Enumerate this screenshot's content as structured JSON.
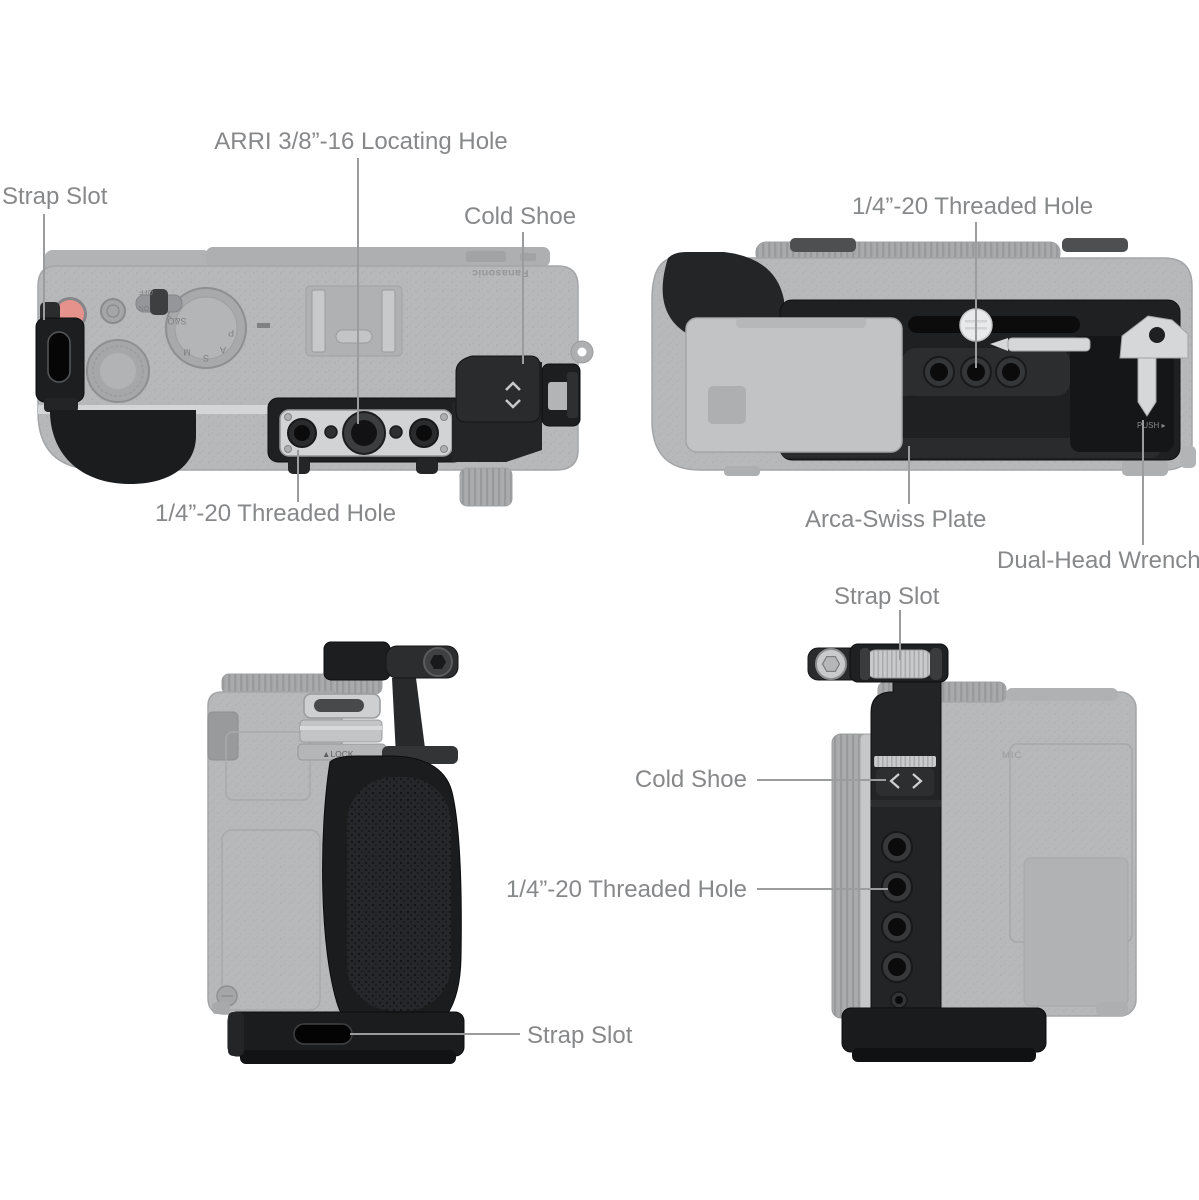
{
  "figure": {
    "description": "Camera cage with side handle product feature diagram shown on a ghosted Panasonic camera in four views: top view, bottom view, left side view with handle, right side view",
    "background": "#ffffff"
  },
  "palette": {
    "label_text": "#87888a",
    "callout_line": "#9b9c9e",
    "ghost_body": "#b7b8ba",
    "cage_black": "#1f2021",
    "silver": "#d2d3d5",
    "record_button": "#e5928c"
  },
  "callouts": {
    "top_view": {
      "strap_slot": "Strap Slot",
      "arri_hole": "ARRI 3/8”-16 Locating Hole",
      "cold_shoe": "Cold Shoe",
      "threaded_hole": "1/4”-20 Threaded Hole"
    },
    "bottom_view": {
      "threaded_hole": "1/4”-20 Threaded Hole",
      "arca_swiss": "Arca-Swiss Plate",
      "dual_head_wrench": "Dual-Head Wrench"
    },
    "right_side_view": {
      "strap_slot": "Strap Slot",
      "cold_shoe": "Cold Shoe",
      "threaded_hole": "1/4”-20 Threaded Hole"
    },
    "left_side_view": {
      "strap_slot": "Strap Slot"
    }
  },
  "product_text": {
    "brand": "Panasonic",
    "mic": "MIC",
    "push": "PUSH ▸",
    "lock_marking": "▲LOCK",
    "power_on": "ON",
    "power_off": "OFF",
    "dial": {
      "sq": "S&Q",
      "m": "M",
      "s": "S",
      "a": "A",
      "p": "P"
    }
  }
}
